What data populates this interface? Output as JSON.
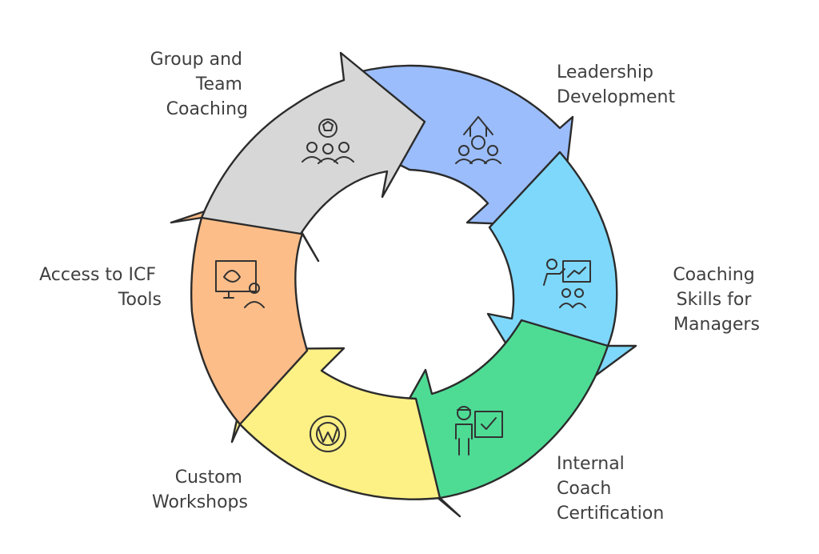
{
  "colors": {
    "leadership": "#9bbdfc",
    "coaching_skills": "#7ed8fb",
    "certification": "#4edc95",
    "workshops": "#fdf085",
    "icf_tools": "#fdbd88",
    "group": "#d7d7d7"
  },
  "labels": {
    "group": [
      "Group and",
      "Team",
      "Coaching"
    ],
    "leadership": [
      "Leadership",
      "Development"
    ],
    "coaching_skills": [
      "Coaching",
      "Skills for",
      "Managers"
    ],
    "certification": [
      "Internal",
      "Coach",
      "Certification"
    ],
    "workshops": [
      "Custom",
      "Workshops"
    ],
    "icf_tools": [
      "Access to ICF",
      "Tools"
    ]
  },
  "icons": {
    "group": "soccer-team-icon",
    "leadership": "leadership-growth-icon",
    "coaching_skills": "presentation-coaching-icon",
    "certification": "certified-coach-icon",
    "workshops": "workshop-w-icon",
    "icf_tools": "training-screen-icon"
  }
}
